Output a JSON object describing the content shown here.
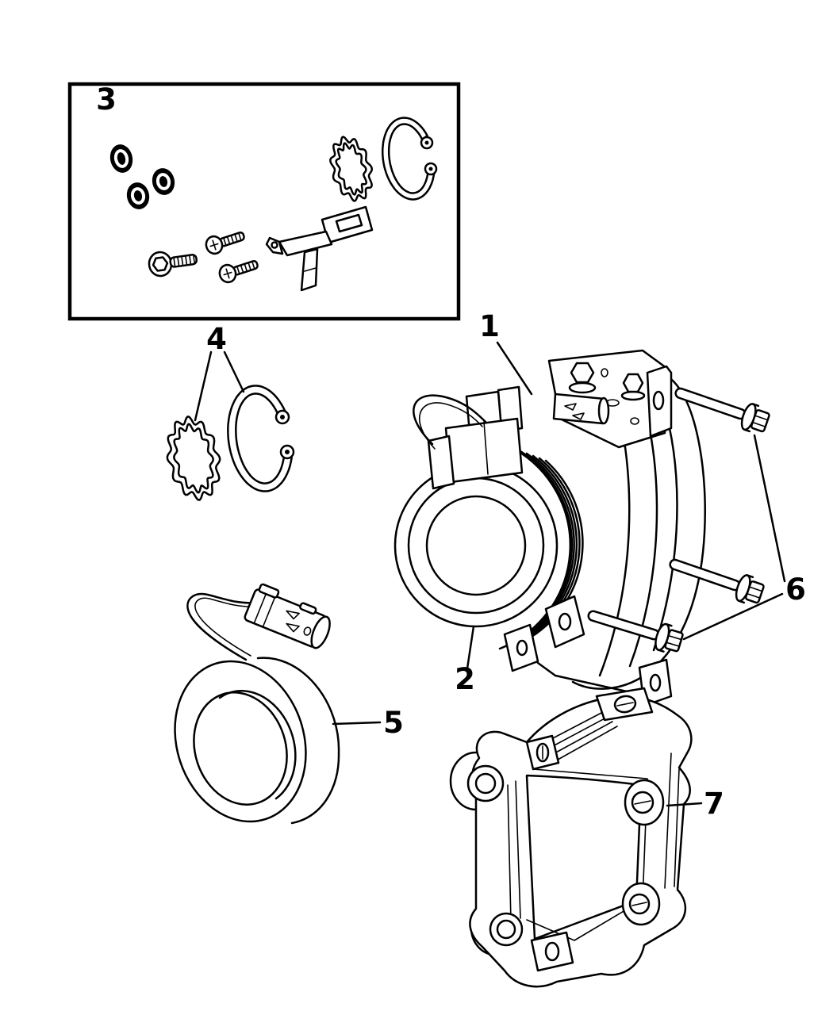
{
  "diagram": {
    "background": "#ffffff",
    "line_color": "#000000",
    "callouts": {
      "c1": "1",
      "c2": "2",
      "c3": "3",
      "c4": "4",
      "c5": "5",
      "c6": "6",
      "c7": "7"
    }
  }
}
